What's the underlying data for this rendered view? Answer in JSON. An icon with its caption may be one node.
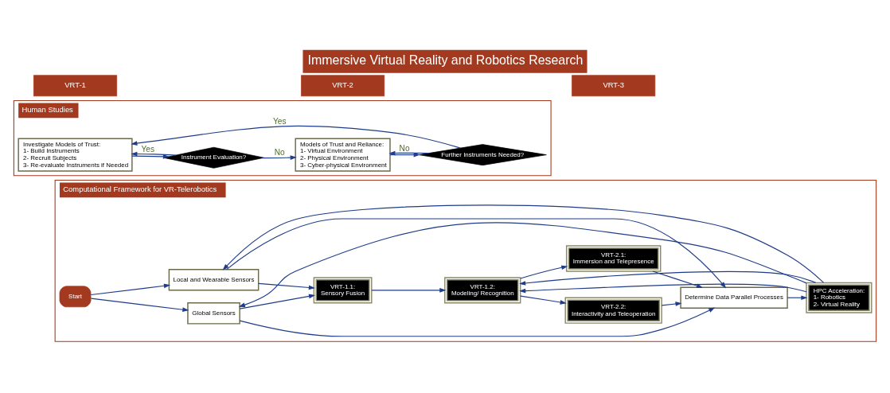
{
  "diagram": {
    "title": "Immersive Virtual Reality and Robotics Research",
    "nodes": [
      {
        "text": [
          "Computational Framework for VR-Telerobotics"
        ]
      },
      {
        "text": [
          "Start"
        ],
        "in": 0
      },
      {
        "text": [
          "Global Sensors"
        ],
        "in": 0
      },
      {
        "text": [
          "VRT-1.1:",
          "Sensory Fusion"
        ],
        "in": 0
      },
      {
        "text": [
          "Local and Wearable Sensors"
        ],
        "in": 0
      },
      {
        "text": [
          "VRT-1.2:",
          "Modeling/ Recognition"
        ],
        "in": 0
      },
      {
        "text": [
          "VRT-2.1:",
          "Immersion and Telepresence"
        ],
        "in": 0
      },
      {
        "text": [
          "VRT-2.2:",
          "Interactivity and Teleoperation"
        ],
        "in": 0
      },
      {
        "text": [
          "Determine Data Parallel Processes"
        ],
        "in": 0
      },
      {
        "text": [
          "HPC Acceleration:",
          "1- Robotics",
          "2- Virtual Reality"
        ],
        "in": 0
      },
      {
        "text": [
          "Human Studies"
        ]
      },
      {
        "text": [
          "Investigate Models of Trust:",
          "1- Build Instruments",
          "2- Recruit Subjects",
          "3- Re-evaluate Instruments if Needed"
        ],
        "in": 10
      },
      {
        "text": [
          "Instrument Evaluation?"
        ],
        "in": 10
      },
      {
        "text": [
          "Models of Trust and Reliance:",
          "1- Virtual Environment",
          "2- Physical Environment",
          "3- Cyber-physical Environment"
        ],
        "in": 10
      },
      {
        "text": [
          "Further Instruments Needed?"
        ],
        "in": 10
      }
    ],
    "edges": [
      {
        "from": 1,
        "to": 2,
        "arrow": "to"
      },
      {
        "from": 1,
        "to": 4,
        "arrow": "to"
      },
      {
        "from": 2,
        "to": 3,
        "arrow": "to"
      },
      {
        "from": 4,
        "to": 3,
        "arrow": "to"
      },
      {
        "from": 3,
        "to": 5,
        "arrow": "to"
      },
      {
        "from": 5,
        "to": 6,
        "arrow": "to"
      },
      {
        "from": 5,
        "to": 7,
        "arrow": "to"
      },
      {
        "from": 2,
        "to": 8,
        "arrow": "to"
      },
      {
        "from": 6,
        "to": 8,
        "arrow": "to"
      },
      {
        "from": 7,
        "to": 8,
        "arrow": "to"
      },
      {
        "from": 4,
        "to": 8,
        "arrow": "to"
      },
      {
        "from": 8,
        "to": 9,
        "arrow": "to"
      },
      {
        "from": 9,
        "to": 2,
        "arrow": "to"
      },
      {
        "from": 9,
        "to": 5,
        "arrow": "to"
      },
      {
        "from": 9,
        "to": 5,
        "arrow": "to"
      },
      {
        "from": 9,
        "to": 4,
        "arrow": "to"
      },
      {
        "from": 11,
        "to": 12,
        "arrow": "to"
      },
      {
        "from": 12,
        "to": 13,
        "arrow": "to",
        "label": "No"
      },
      {
        "from": 12,
        "to": 11,
        "arrow": "to",
        "label": "Yes"
      },
      {
        "from": 13,
        "to": 14,
        "arrow": "to"
      },
      {
        "from": 14,
        "to": 11,
        "arrow": "to",
        "label": "Yes"
      },
      {
        "from": 14,
        "to": 13,
        "arrow": "to",
        "label": "No"
      }
    ],
    "labels": [
      "VRT-1",
      "VRT-2",
      "VRT-3"
    ]
  }
}
